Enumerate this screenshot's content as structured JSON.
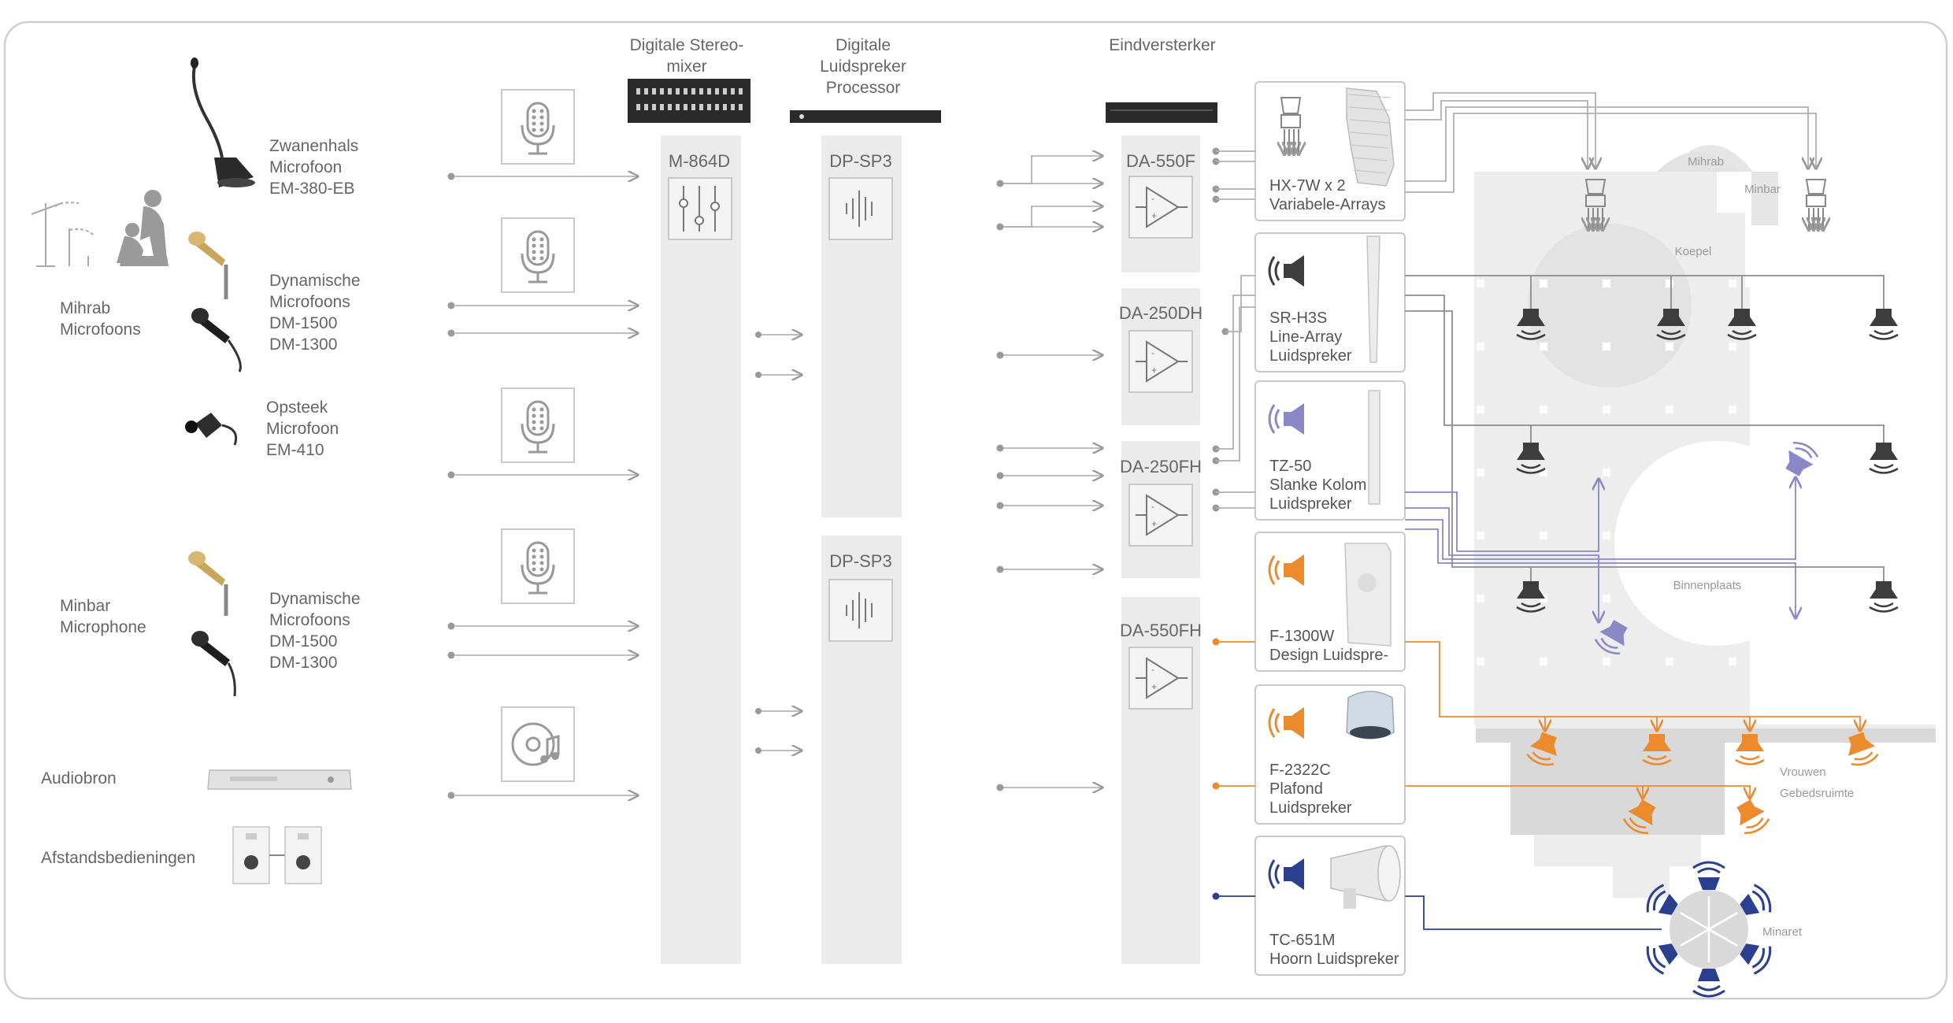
{
  "sources": {
    "mihrab": "Mihrab\nMicrofoons",
    "minbar": "Minbar\nMicrophone",
    "audiobron": "Audiobron",
    "afstand": "Afstandsbedieningen"
  },
  "mics": {
    "gooseneck": "Zwanenhals\nMicrofoon\nEM-380-EB",
    "dynamic1": "Dynamische\nMicrofoons\nDM-1500\nDM-1300",
    "clipon": "Opsteek\nMicrofoon\nEM-410",
    "dynamic2": "Dynamische\nMicrofoons\nDM-1500\nDM-1300"
  },
  "headers": {
    "mixer": "Digitale Stereo-\nmixer",
    "processor": "Digitale\nLuidspreker\nProcessor",
    "amp": "Eindversterker"
  },
  "devices": {
    "mixer": "M-864D",
    "dsp1": "DP-SP3",
    "dsp2": "DP-SP3",
    "amp1": "DA-550F",
    "amp2": "DA-250DH",
    "amp3": "DA-250FH",
    "amp4": "DA-550FH"
  },
  "speakers": [
    {
      "label": "HX-7W x 2\nVariabele-Arrays"
    },
    {
      "label": "SR-H3S\nLine-Array\nLuidspreker"
    },
    {
      "label": "TZ-50\nSlanke Kolom\nLuidspreker"
    },
    {
      "label": "F-1300W\nDesign Luidspre-"
    },
    {
      "label": "F-2322C\nPlafond\nLuidspreker"
    },
    {
      "label": "TC-651M\nHoorn Luidspreker"
    }
  ],
  "plan": {
    "mihrab": "Mihrab",
    "minbar": "Minbar",
    "koepel": "Koepel",
    "binnenplaats": "Binnenplaats",
    "vrouwen": "Vrouwen\nGebedsruimte",
    "minaret": "Minaret"
  },
  "colors": {
    "gray": "#3d3d3d",
    "lavender": "#8a88c9",
    "orange": "#ec8a2e",
    "navy": "#2a3f8f",
    "line": "#a8a8a8"
  }
}
